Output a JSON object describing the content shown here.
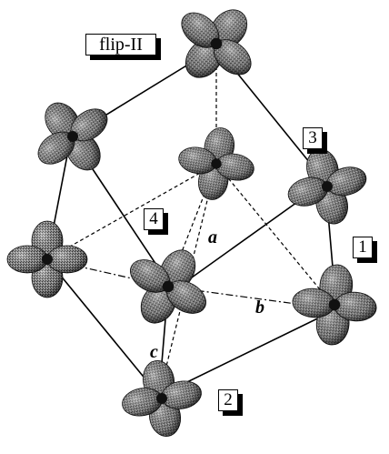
{
  "title_label": "flip-II",
  "site_labels": [
    "1",
    "2",
    "3",
    "4"
  ],
  "axis_labels": {
    "a": "a",
    "b": "b",
    "c": "c"
  }
}
